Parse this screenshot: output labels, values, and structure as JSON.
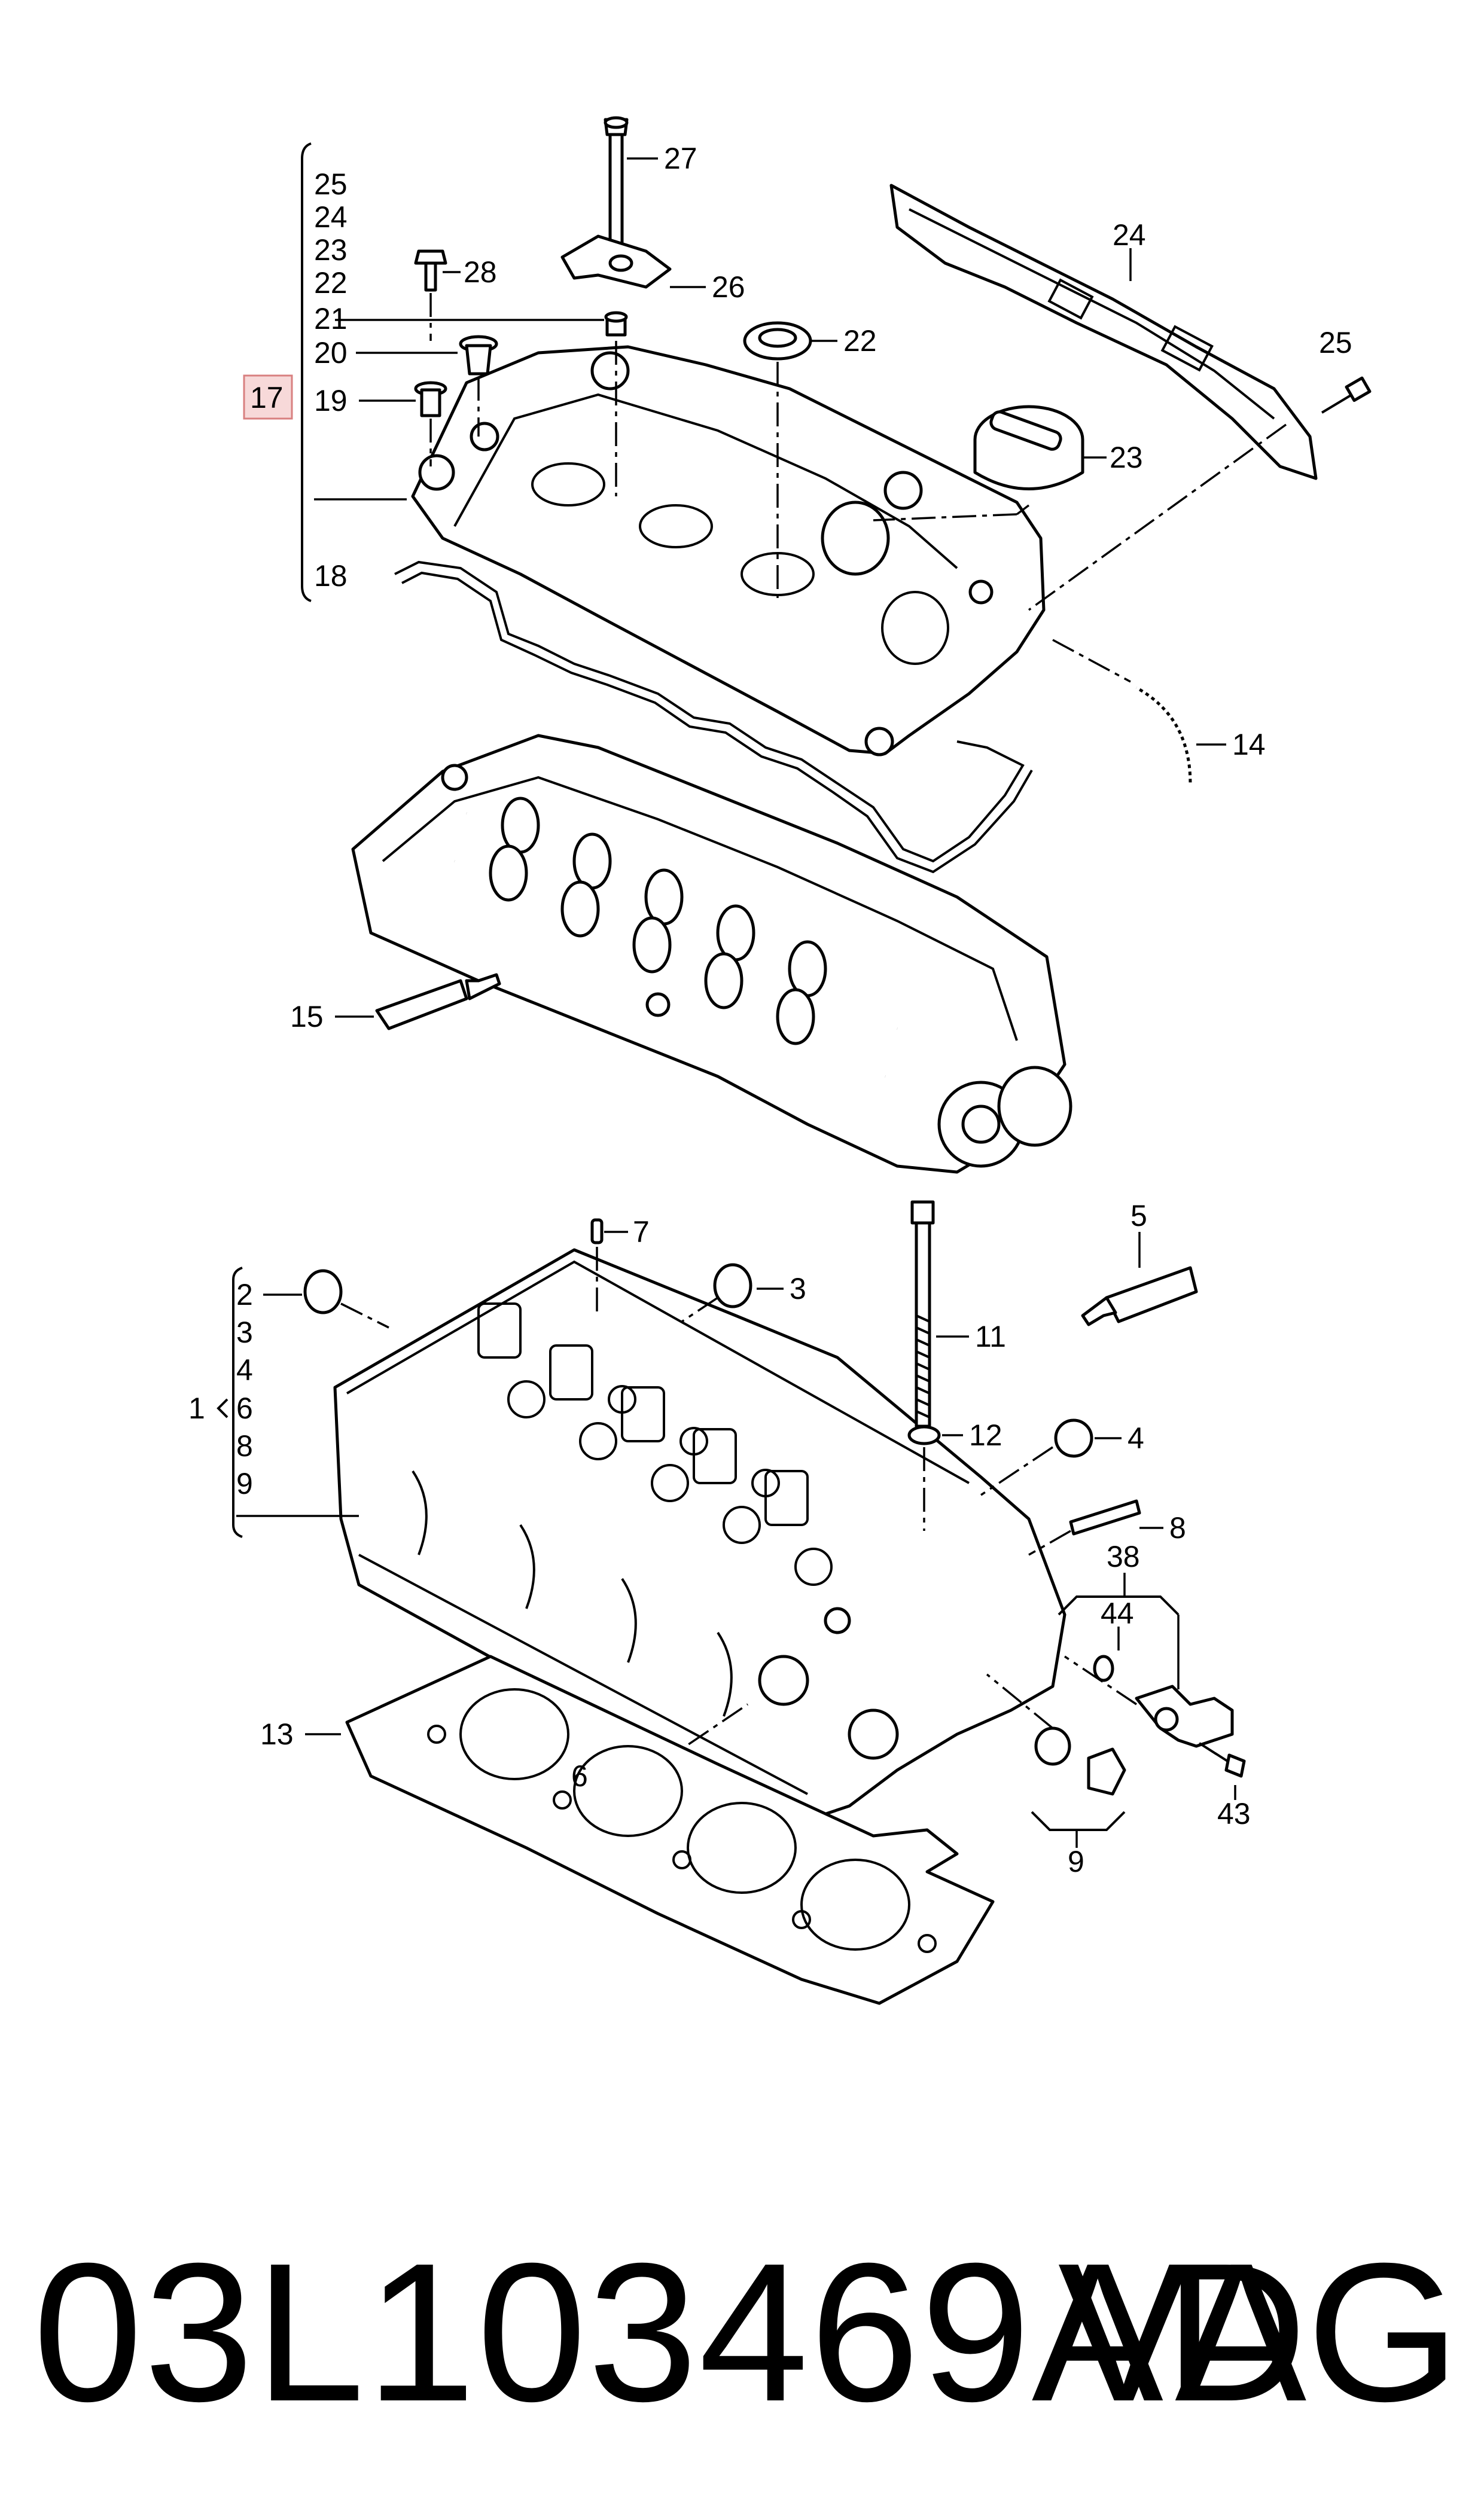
{
  "callouts": {
    "c25a": "25",
    "c24a": "24",
    "c23a": "23",
    "c22a": "22",
    "c21": "21",
    "c20": "20",
    "c17": "17",
    "c19": "19",
    "c18": "18",
    "c27": "27",
    "c28": "28",
    "c26": "26",
    "c22b": "22",
    "c24b": "24",
    "c25b": "25",
    "c23b": "23",
    "c14": "14",
    "c15": "15",
    "c7": "7",
    "c3a": "3",
    "c5": "5",
    "c2": "2",
    "c3b": "3",
    "c4a": "4",
    "c6a": "6",
    "c8a": "8",
    "c9a": "9",
    "c1": "1",
    "c11": "11",
    "c12": "12",
    "c4b": "4",
    "c8b": "8",
    "c38": "38",
    "c44": "44",
    "c13": "13",
    "c6b": "6",
    "c43": "43",
    "c9b": "9"
  },
  "footer": {
    "part_number": "03L103469AD",
    "brand": "VAG"
  },
  "colors": {
    "highlight_fill": "#f7d9d9",
    "highlight_border": "#d88080",
    "line": "#000000"
  }
}
